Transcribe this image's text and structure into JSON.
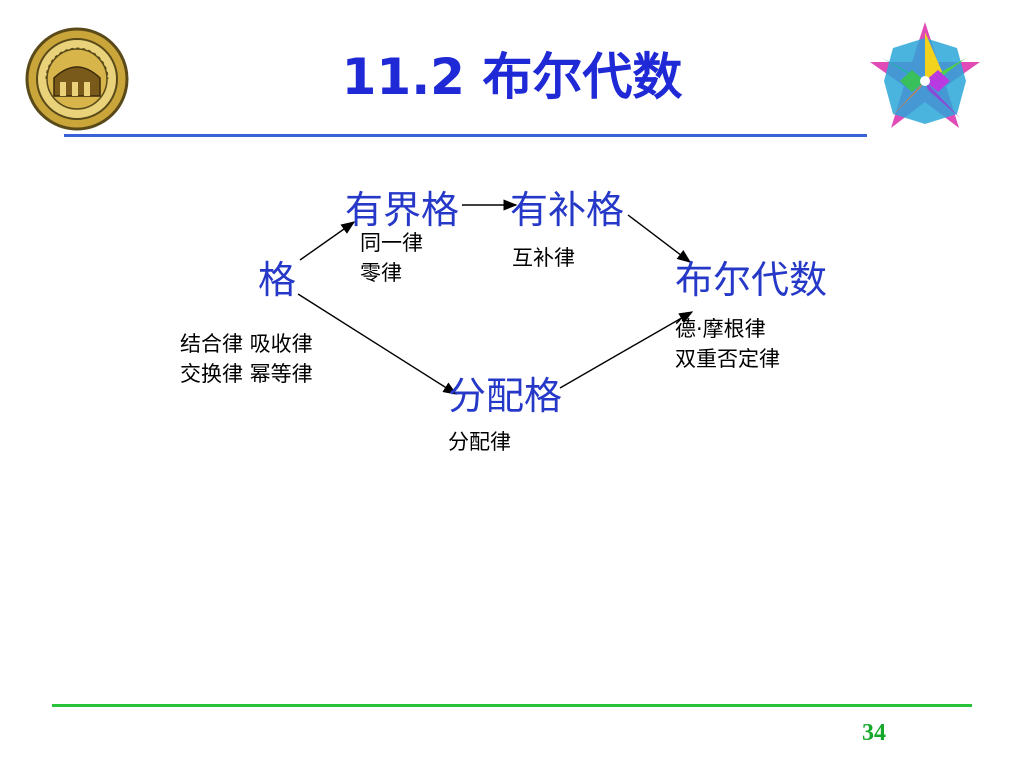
{
  "slide": {
    "title": "11.2 布尔代数",
    "page_number": "34"
  },
  "diagram": {
    "nodes": {
      "lattice": "格",
      "bounded_lattice": "有界格",
      "complemented_lattice": "有补格",
      "distributive_lattice": "分配格",
      "boolean_algebra": "布尔代数"
    },
    "laws": {
      "lattice_line1": "结合律 吸收律",
      "lattice_line2": "交换律  幂等律",
      "bounded_line1": "同一律",
      "bounded_line2": "零律",
      "complement": "互补律",
      "distributive": "分配律",
      "boolean_line1": "德·摩根律",
      "boolean_line2": "双重否定律"
    }
  },
  "colors": {
    "title": "#1f29d6",
    "node_text": "#2638c8",
    "top_rule": "#3860d8",
    "bottom_rule": "#27c43a",
    "page_number": "#16a82a"
  },
  "icons": {
    "logo": "university-seal-icon",
    "emblem": "star-polyhedron-icon"
  }
}
